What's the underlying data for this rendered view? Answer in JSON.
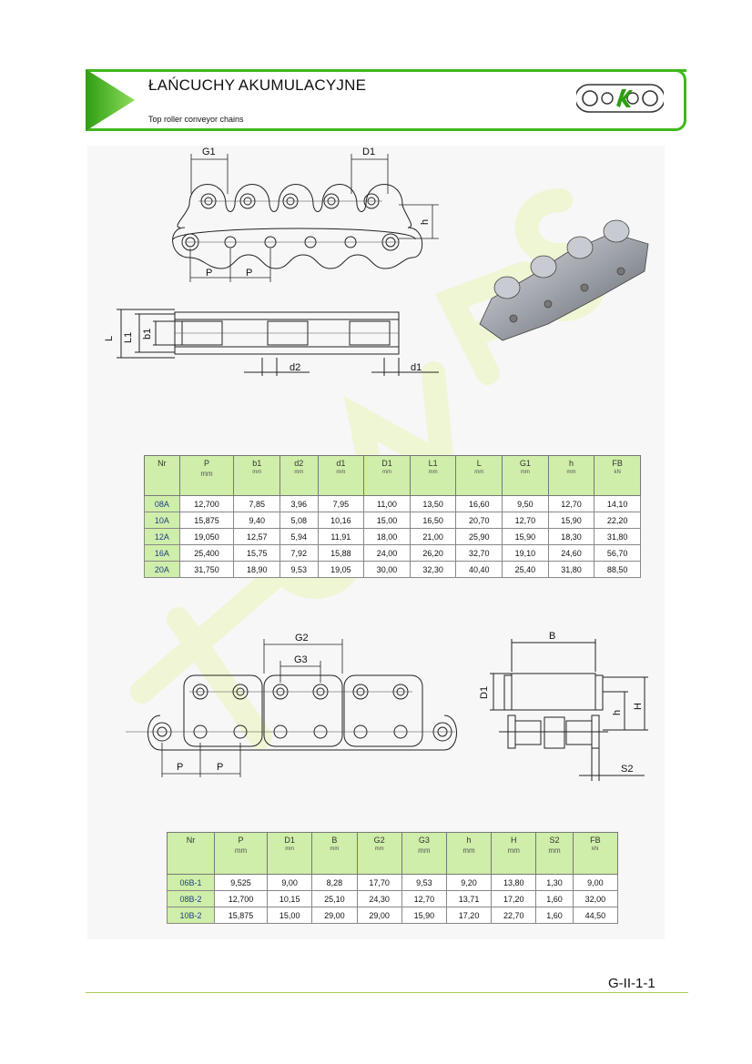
{
  "header": {
    "title": "ŁAŃCUCHY AKUMULACYJNE",
    "subtitle": "Top roller conveyor chains",
    "accent_color": "#3fb81e",
    "logo_icon": "chain-link-logo-icon"
  },
  "drawing_top": {
    "labels": {
      "g1": "G1",
      "d1_upper": "D1",
      "h": "h",
      "p_left": "P",
      "p_right": "P",
      "l": "L",
      "l1": "L1",
      "b1": "b1",
      "d2": "d2",
      "d1_lower": "d1"
    }
  },
  "drawing_bottom": {
    "labels": {
      "g2": "G2",
      "g3": "G3",
      "p_left": "P",
      "p_right": "P",
      "b": "B",
      "d1": "D1",
      "h": "h",
      "h_upper": "H",
      "s2": "S2"
    }
  },
  "table1": {
    "columns": [
      {
        "name": "Nr",
        "unit": ""
      },
      {
        "name": "P",
        "unit": "mm"
      },
      {
        "name": "b1",
        "unit": "mm"
      },
      {
        "name": "d2",
        "unit": "mm"
      },
      {
        "name": "d1",
        "unit": "mm"
      },
      {
        "name": "D1",
        "unit": "mm"
      },
      {
        "name": "L1",
        "unit": "mm"
      },
      {
        "name": "L",
        "unit": "mm"
      },
      {
        "name": "G1",
        "unit": "mm"
      },
      {
        "name": "h",
        "unit": "mm"
      },
      {
        "name": "FB",
        "unit": "kN"
      }
    ],
    "rows": [
      [
        "08A",
        "12,700",
        "7,85",
        "3,96",
        "7,95",
        "11,00",
        "13,50",
        "16,60",
        "9,50",
        "12,70",
        "14,10"
      ],
      [
        "10A",
        "15,875",
        "9,40",
        "5,08",
        "10,16",
        "15,00",
        "16,50",
        "20,70",
        "12,70",
        "15,90",
        "22,20"
      ],
      [
        "12A",
        "19,050",
        "12,57",
        "5,94",
        "11,91",
        "18,00",
        "21,00",
        "25,90",
        "15,90",
        "18,30",
        "31,80"
      ],
      [
        "16A",
        "25,400",
        "15,75",
        "7,92",
        "15,88",
        "24,00",
        "26,20",
        "32,70",
        "19,10",
        "24,60",
        "56,70"
      ],
      [
        "20A",
        "31,750",
        "18,90",
        "9,53",
        "19,05",
        "30,00",
        "32,30",
        "40,40",
        "25,40",
        "31,80",
        "88,50"
      ]
    ]
  },
  "table2": {
    "columns": [
      {
        "name": "Nr",
        "unit": ""
      },
      {
        "name": "P",
        "unit": "mm"
      },
      {
        "name": "D1",
        "unit": "mm"
      },
      {
        "name": "B",
        "unit": "mm"
      },
      {
        "name": "G2",
        "unit": "mm"
      },
      {
        "name": "G3",
        "unit": "mm"
      },
      {
        "name": "h",
        "unit": "mm"
      },
      {
        "name": "H",
        "unit": "mm"
      },
      {
        "name": "S2",
        "unit": "mm"
      },
      {
        "name": "FB",
        "unit": "kN"
      }
    ],
    "rows": [
      [
        "06B-1",
        "9,525",
        "9,00",
        "8,28",
        "17,70",
        "9,53",
        "9,20",
        "13,80",
        "1,30",
        "9,00"
      ],
      [
        "08B-2",
        "12,700",
        "10,15",
        "25,10",
        "24,30",
        "12,70",
        "13,71",
        "17,20",
        "1,60",
        "32,00"
      ],
      [
        "10B-2",
        "15,875",
        "15,00",
        "29,00",
        "29,00",
        "15,90",
        "17,20",
        "22,70",
        "1,60",
        "44,50"
      ]
    ]
  },
  "footer": {
    "page_code": "G-II-1-1"
  }
}
